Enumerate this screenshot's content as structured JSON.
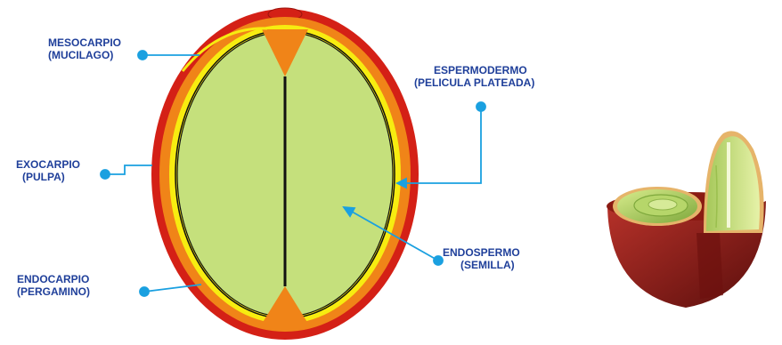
{
  "diagram": {
    "labels": {
      "mesocarpio": {
        "line1": "MESOCARPIO",
        "line2": "(MUCILAGO)"
      },
      "espermodermo": {
        "line1": "ESPERMODERMO",
        "line2": "(PELICULA PLATEADA)"
      },
      "exocarpio": {
        "line1": "EXOCARPIO",
        "line2": "(PULPA)"
      },
      "endospermo": {
        "line1": "ENDOSPERMO",
        "line2": "(SEMILLA)"
      },
      "endocarpio": {
        "line1": "ENDOCARPIO",
        "line2": "(PERGAMINO)"
      }
    }
  },
  "colors": {
    "label_text": "#1f3f9a",
    "leader_line": "#1aa0e0",
    "exocarp_red": "#d42016",
    "mesocarp_orange": "#f08418",
    "endocarp_yellow": "#f7ec10",
    "endosperm_green": "#c5e07c",
    "seam_black": "#111111"
  }
}
